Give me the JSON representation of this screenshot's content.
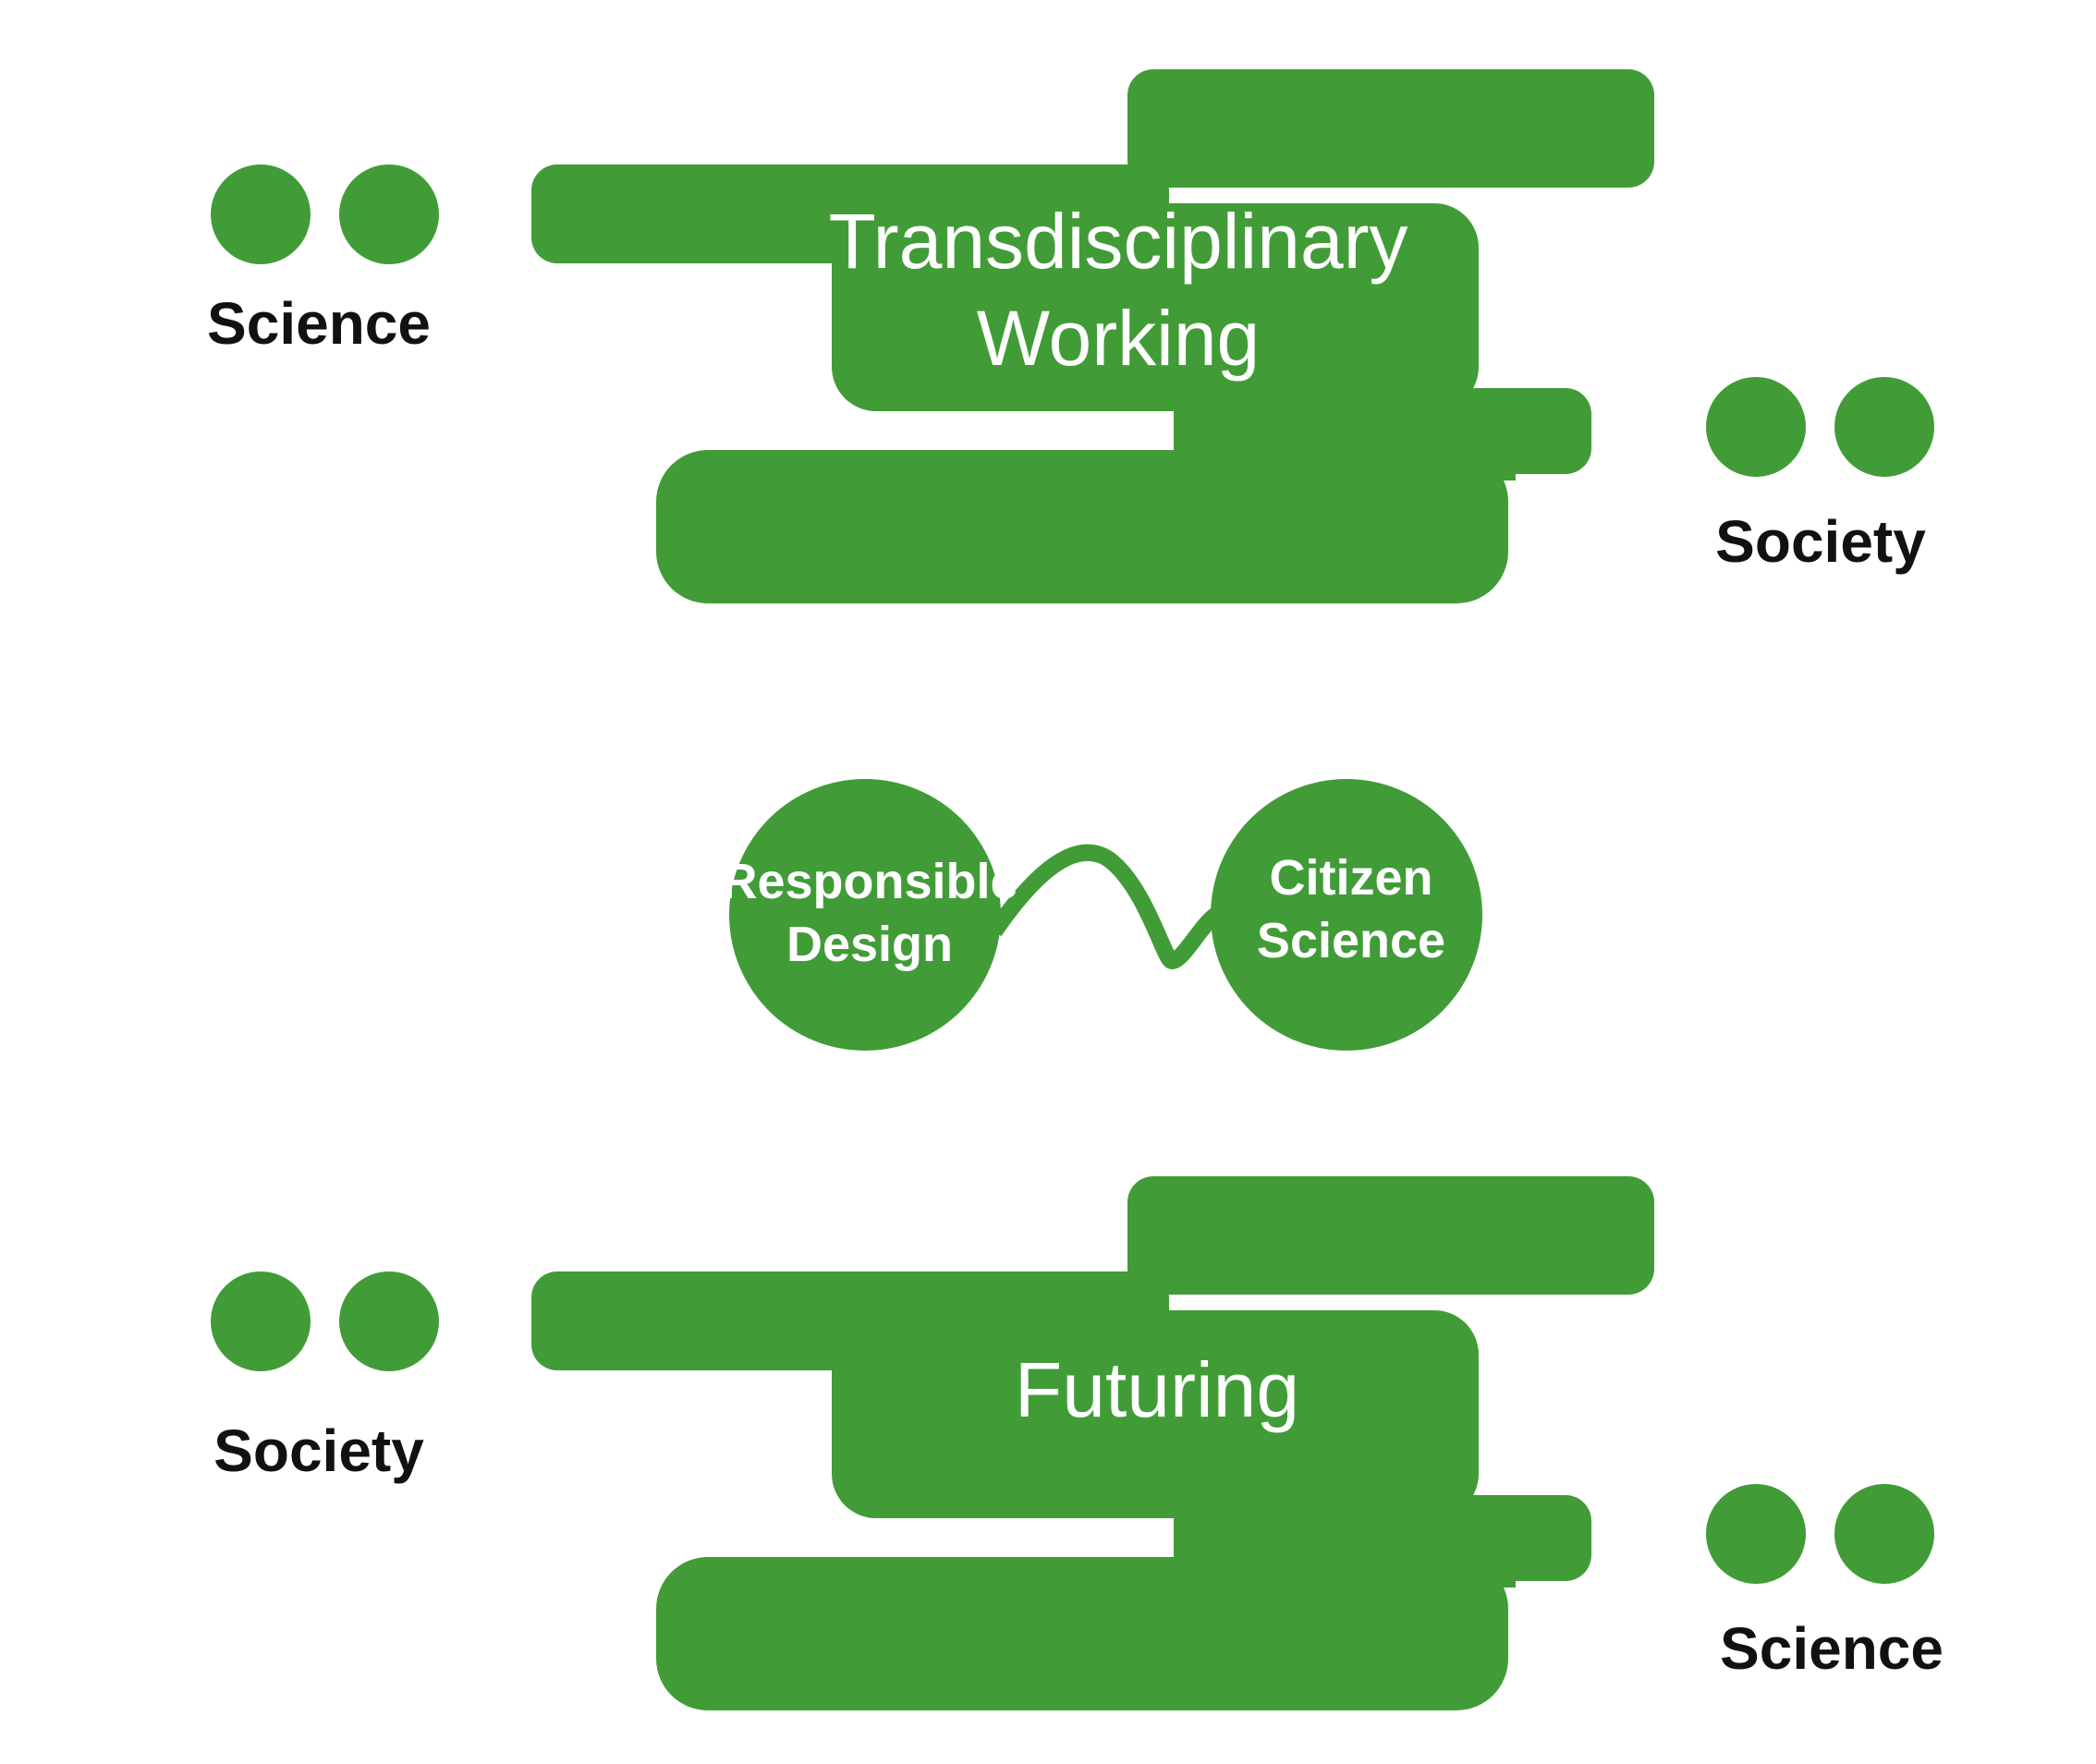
{
  "colors": {
    "accent": "#419c37",
    "text": "#111111",
    "inverse": "#ffffff"
  },
  "top": {
    "title_line1": "Transdisciplinary",
    "title_line2": "Working",
    "left_label": "Science",
    "right_label": "Society"
  },
  "middle": {
    "left_line1": "Responsible",
    "left_line2": "Design",
    "right_line1": "Citizen",
    "right_line2": "Science"
  },
  "bottom": {
    "title": "Futuring",
    "left_label": "Society",
    "right_label": "Science"
  }
}
